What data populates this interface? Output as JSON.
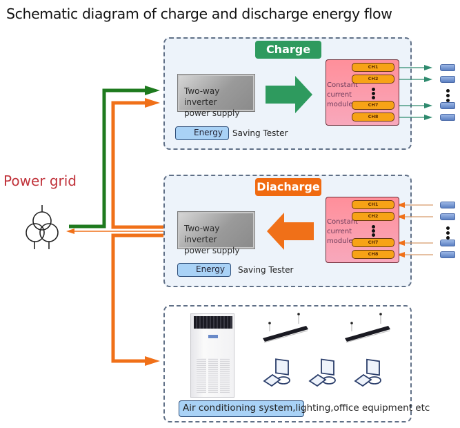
{
  "title": "Schematic diagram of charge and discharge energy flow",
  "power_grid": {
    "label": "Power grid",
    "icon": "three-winding-transformer-icon"
  },
  "colors": {
    "charge": "#1e7a1e",
    "discharge": "#f07018",
    "charge_badge": "#2e9a5e",
    "discharge_badge": "#f06a10",
    "panel_border": "#5f6f86",
    "module_fill": "#ff8f9a",
    "channel_fill": "#f7a316",
    "grid_label": "#c0323a"
  },
  "charge_panel": {
    "badge": "Charge",
    "inverter_line1": "Two-way inverter",
    "inverter_line2": "power supply",
    "energy": "Energy",
    "saving": "Saving Tester",
    "module_line1": "Constant",
    "module_line2": "current",
    "module_line3": "module",
    "channels": [
      "CH1",
      "CH2",
      "CH7",
      "CH8"
    ],
    "flow": "to-batteries"
  },
  "discharge_panel": {
    "badge": "Diacharge",
    "inverter_line1": "Two-way inverter",
    "inverter_line2": "power supply",
    "energy": "Energy",
    "saving": "Saving Tester",
    "module_line1": "Constant",
    "module_line2": "current",
    "module_line3": "module",
    "channels": [
      "CH1",
      "CH2",
      "CH7",
      "CH8"
    ],
    "flow": "from-batteries"
  },
  "loads_panel": {
    "label_highlight": "Air conditioning system,li",
    "label_rest": "ghting,office equipment etc",
    "items": [
      "air-conditioner",
      "ceiling-light",
      "ceiling-light",
      "computer",
      "computer",
      "computer"
    ]
  }
}
